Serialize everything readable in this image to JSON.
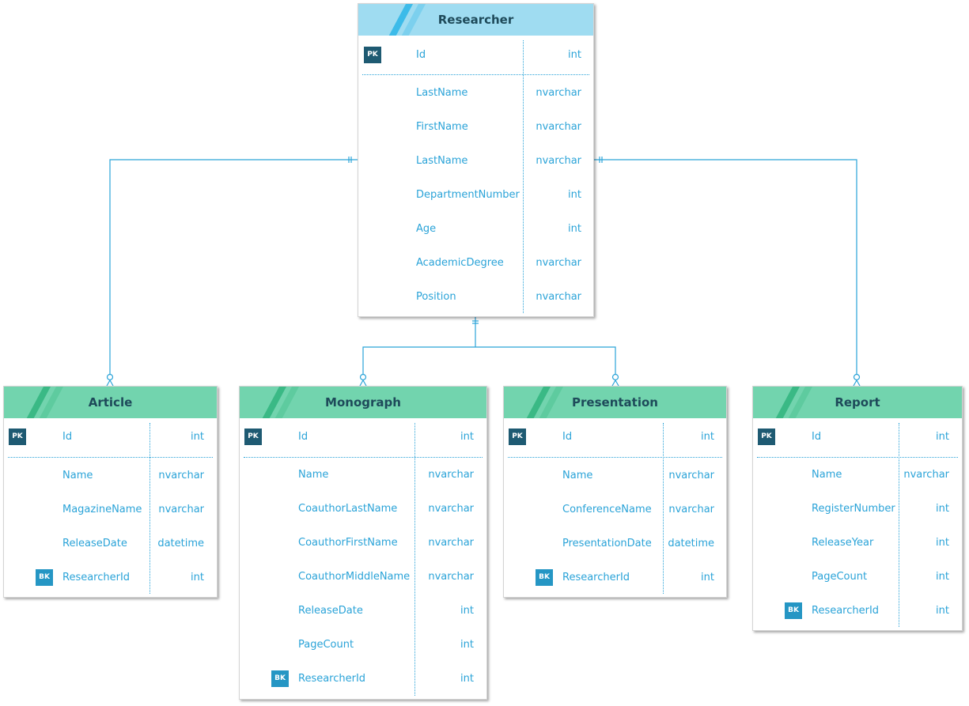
{
  "entities": {
    "researcher": {
      "name": "Researcher",
      "fields": [
        {
          "badge": "PK",
          "name": "Id",
          "type": "int"
        },
        {
          "badge": "",
          "name": "LastName",
          "type": "nvarchar"
        },
        {
          "badge": "",
          "name": "FirstName",
          "type": "nvarchar"
        },
        {
          "badge": "",
          "name": "LastName",
          "type": "nvarchar"
        },
        {
          "badge": "",
          "name": "DepartmentNumber",
          "type": "int"
        },
        {
          "badge": "",
          "name": "Age",
          "type": "int"
        },
        {
          "badge": "",
          "name": "AcademicDegree",
          "type": "nvarchar"
        },
        {
          "badge": "",
          "name": "Position",
          "type": "nvarchar"
        }
      ]
    },
    "article": {
      "name": "Article",
      "fields": [
        {
          "badge": "PK",
          "name": "Id",
          "type": "int"
        },
        {
          "badge": "",
          "name": "Name",
          "type": "nvarchar"
        },
        {
          "badge": "",
          "name": "MagazineName",
          "type": "nvarchar"
        },
        {
          "badge": "",
          "name": "ReleaseDate",
          "type": "datetime"
        },
        {
          "badge": "BK",
          "name": "ResearcherId",
          "type": "int"
        }
      ]
    },
    "monograph": {
      "name": "Monograph",
      "fields": [
        {
          "badge": "PK",
          "name": "Id",
          "type": "int"
        },
        {
          "badge": "",
          "name": "Name",
          "type": "nvarchar"
        },
        {
          "badge": "",
          "name": "CoauthorLastName",
          "type": "nvarchar"
        },
        {
          "badge": "",
          "name": "CoauthorFirstName",
          "type": "nvarchar"
        },
        {
          "badge": "",
          "name": "CoauthorMiddleName",
          "type": "nvarchar"
        },
        {
          "badge": "",
          "name": "ReleaseDate",
          "type": "int"
        },
        {
          "badge": "",
          "name": "PageCount",
          "type": "int"
        },
        {
          "badge": "BK",
          "name": "ResearcherId",
          "type": "int"
        }
      ]
    },
    "presentation": {
      "name": "Presentation",
      "fields": [
        {
          "badge": "PK",
          "name": "Id",
          "type": "int"
        },
        {
          "badge": "",
          "name": "Name",
          "type": "nvarchar"
        },
        {
          "badge": "",
          "name": "ConferenceName",
          "type": "nvarchar"
        },
        {
          "badge": "",
          "name": "PresentationDate",
          "type": "datetime"
        },
        {
          "badge": "BK",
          "name": "ResearcherId",
          "type": "int"
        }
      ]
    },
    "report": {
      "name": "Report",
      "fields": [
        {
          "badge": "PK",
          "name": "Id",
          "type": "int"
        },
        {
          "badge": "",
          "name": "Name",
          "type": "nvarchar"
        },
        {
          "badge": "",
          "name": "RegisterNumber",
          "type": "int"
        },
        {
          "badge": "",
          "name": "ReleaseYear",
          "type": "int"
        },
        {
          "badge": "",
          "name": "PageCount",
          "type": "int"
        },
        {
          "badge": "BK",
          "name": "ResearcherId",
          "type": "int"
        }
      ]
    }
  },
  "relationships": [
    {
      "from": "researcher",
      "to": "article",
      "from_cardinality": "one-and-only-one",
      "to_cardinality": "zero-or-many"
    },
    {
      "from": "researcher",
      "to": "monograph",
      "from_cardinality": "one-and-only-one",
      "to_cardinality": "zero-or-many"
    },
    {
      "from": "researcher",
      "to": "presentation",
      "from_cardinality": "one-and-only-one",
      "to_cardinality": "zero-or-many"
    },
    {
      "from": "researcher",
      "to": "report",
      "from_cardinality": "one-and-only-one",
      "to_cardinality": "zero-or-many"
    }
  ],
  "colors": {
    "primary_header": "#9fdcf1",
    "child_header": "#72d4ae",
    "text": "#2aa3d8",
    "title": "#1e4a5a",
    "pk_badge": "#1e5a72",
    "bk_badge": "#2596c4",
    "connector": "#2aa3d8"
  }
}
